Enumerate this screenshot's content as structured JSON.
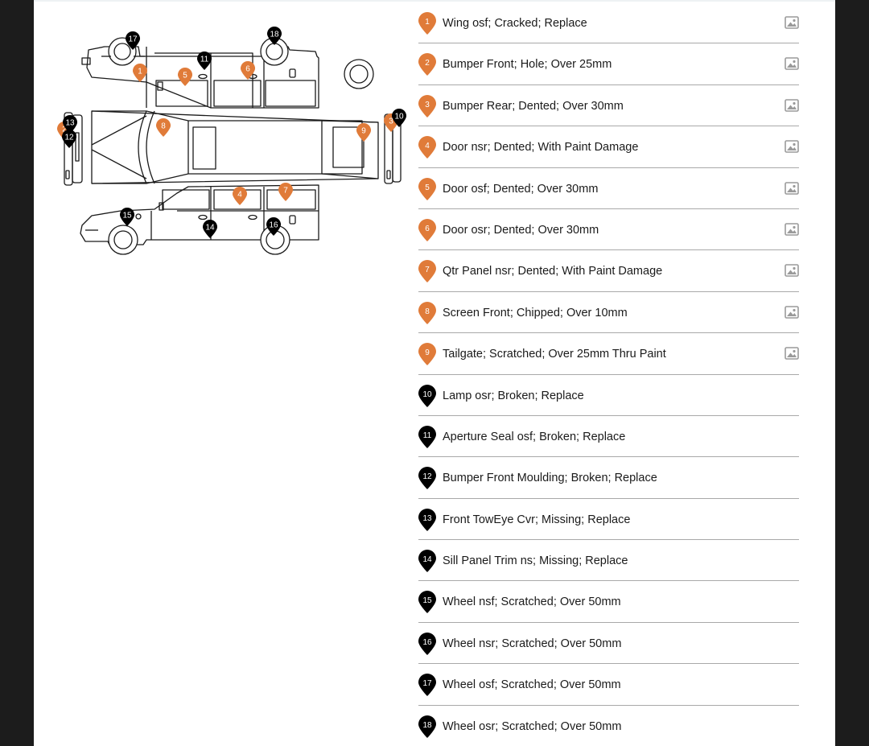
{
  "colors": {
    "orange": "#e07b39",
    "black": "#000000",
    "divider": "#a9a9a9",
    "icon": "#9a9a9a"
  },
  "diagram_markers": [
    {
      "num": "1",
      "color": "orange"
    },
    {
      "num": "2",
      "color": "orange"
    },
    {
      "num": "3",
      "color": "orange"
    },
    {
      "num": "4",
      "color": "orange"
    },
    {
      "num": "5",
      "color": "orange"
    },
    {
      "num": "6",
      "color": "orange"
    },
    {
      "num": "7",
      "color": "orange"
    },
    {
      "num": "8",
      "color": "orange"
    },
    {
      "num": "9",
      "color": "orange"
    },
    {
      "num": "10",
      "color": "black"
    },
    {
      "num": "11",
      "color": "black"
    },
    {
      "num": "12",
      "color": "black"
    },
    {
      "num": "13",
      "color": "black"
    },
    {
      "num": "14",
      "color": "black"
    },
    {
      "num": "15",
      "color": "black"
    },
    {
      "num": "16",
      "color": "black"
    },
    {
      "num": "17",
      "color": "black"
    },
    {
      "num": "18",
      "color": "black"
    }
  ],
  "damage_items": [
    {
      "num": "1",
      "color": "orange",
      "label": "Wing osf; Cracked; Replace",
      "has_photo": true,
      "icon": "image-icon"
    },
    {
      "num": "2",
      "color": "orange",
      "label": "Bumper Front; Hole; Over 25mm",
      "has_photo": true,
      "icon": "image-icon"
    },
    {
      "num": "3",
      "color": "orange",
      "label": "Bumper Rear; Dented; Over 30mm",
      "has_photo": true,
      "icon": "image-icon"
    },
    {
      "num": "4",
      "color": "orange",
      "label": "Door nsr; Dented; With Paint Damage",
      "has_photo": true,
      "icon": "image-icon"
    },
    {
      "num": "5",
      "color": "orange",
      "label": "Door osf; Dented; Over 30mm",
      "has_photo": true,
      "icon": "image-icon"
    },
    {
      "num": "6",
      "color": "orange",
      "label": "Door osr; Dented; Over 30mm",
      "has_photo": true,
      "icon": "image-icon"
    },
    {
      "num": "7",
      "color": "orange",
      "label": "Qtr Panel nsr; Dented; With Paint Damage",
      "has_photo": true,
      "icon": "image-icon"
    },
    {
      "num": "8",
      "color": "orange",
      "label": "Screen Front; Chipped; Over 10mm",
      "has_photo": true,
      "icon": "image-icon"
    },
    {
      "num": "9",
      "color": "orange",
      "label": "Tailgate; Scratched; Over 25mm Thru Paint",
      "has_photo": true,
      "icon": "image-icon"
    },
    {
      "num": "10",
      "color": "black",
      "label": "Lamp osr; Broken; Replace",
      "has_photo": false
    },
    {
      "num": "11",
      "color": "black",
      "label": "Aperture Seal osf; Broken; Replace",
      "has_photo": false
    },
    {
      "num": "12",
      "color": "black",
      "label": "Bumper Front Moulding; Broken; Replace",
      "has_photo": false
    },
    {
      "num": "13",
      "color": "black",
      "label": "Front TowEye Cvr; Missing; Replace",
      "has_photo": false
    },
    {
      "num": "14",
      "color": "black",
      "label": "Sill Panel Trim ns; Missing; Replace",
      "has_photo": false
    },
    {
      "num": "15",
      "color": "black",
      "label": "Wheel nsf; Scratched; Over 50mm",
      "has_photo": false
    },
    {
      "num": "16",
      "color": "black",
      "label": "Wheel nsr; Scratched; Over 50mm",
      "has_photo": false
    },
    {
      "num": "17",
      "color": "black",
      "label": "Wheel osf; Scratched; Over 50mm",
      "has_photo": false
    },
    {
      "num": "18",
      "color": "black",
      "label": "Wheel osr; Scratched; Over 50mm",
      "has_photo": false
    }
  ]
}
